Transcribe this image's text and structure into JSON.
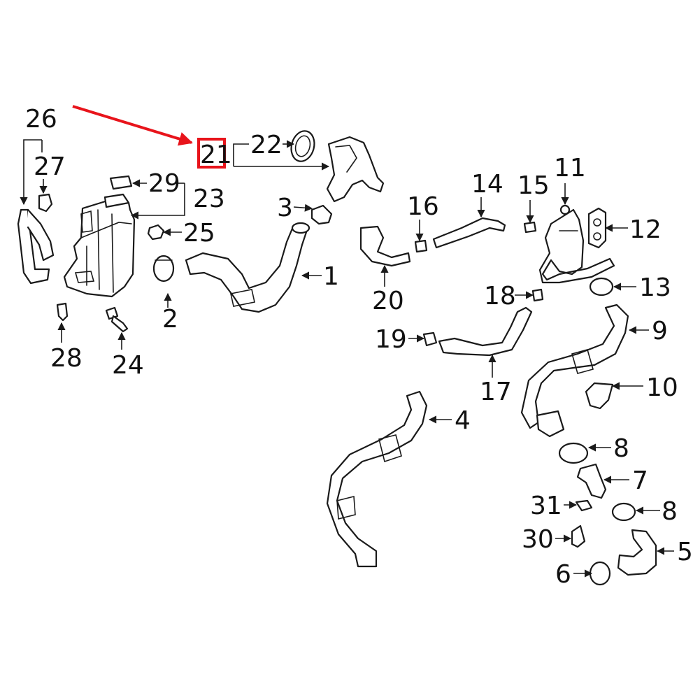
{
  "callouts": {
    "n1": "1",
    "n2": "2",
    "n3": "3",
    "n4": "4",
    "n5": "5",
    "n6": "6",
    "n7": "7",
    "n8a": "8",
    "n8b": "8",
    "n9": "9",
    "n10": "10",
    "n11": "11",
    "n12": "12",
    "n13": "13",
    "n14": "14",
    "n15": "15",
    "n16": "16",
    "n17": "17",
    "n18": "18",
    "n19": "19",
    "n20": "20",
    "n21": "21",
    "n22": "22",
    "n23": "23",
    "n24": "24",
    "n25": "25",
    "n26": "26",
    "n27": "27",
    "n28": "28",
    "n29": "29",
    "n30": "30",
    "n31": "31"
  },
  "highlight": {
    "part": "21",
    "color": "#e8141b"
  },
  "colors": {
    "line": "#1a1a1a",
    "text": "#111111",
    "background": "#ffffff",
    "highlight": "#e8141b"
  }
}
